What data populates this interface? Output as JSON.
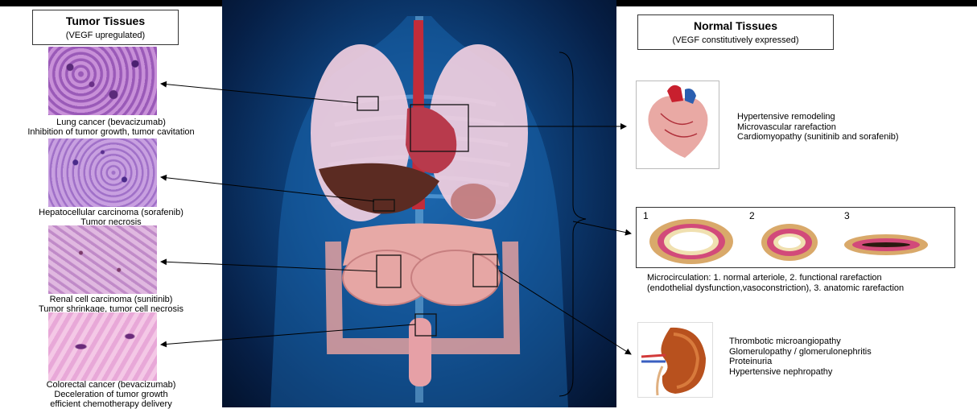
{
  "tumor": {
    "title": "Tumor Tissues",
    "subtitle": "(VEGF upregulated)",
    "items": [
      {
        "line1": "Lung cancer (bevacizumab)",
        "line2": "Inhibition of tumor growth, tumor cavitation",
        "line3": ""
      },
      {
        "line1": "Hepatocellular carcinoma (sorafenib)",
        "line2": "Tumor necrosis",
        "line3": ""
      },
      {
        "line1": "Renal cell carcinoma (sunitinib)",
        "line2": "Tumor shrinkage, tumor cell necrosis",
        "line3": ""
      },
      {
        "line1": "Colorectal cancer (bevacizumab)",
        "line2": "Deceleration of tumor growth",
        "line3": "efficient chemotherapy delivery"
      }
    ]
  },
  "normal": {
    "title": "Normal Tissues",
    "subtitle": "(VEGF constitutively expressed)",
    "heart": [
      "Hypertensive remodeling",
      "Microvascular rarefaction",
      "Cardiomyopathy (sunitinib and sorafenib)"
    ],
    "micro": {
      "labels": [
        "1",
        "2",
        "3"
      ],
      "caption1": "Microcirculation: 1. normal arteriole, 2. functional rarefaction",
      "caption2": "(endothelial dysfunction,vasoconstriction), 3. anatomic rarefaction"
    },
    "kidney": [
      "Thrombotic microangiopathy",
      "Glomerulopathy / glomerulonephritis",
      "Proteinuria",
      "Hypertensive nephropathy"
    ]
  },
  "colors": {
    "tissue_pink": "#e6a6d2",
    "tissue_purple": "#7a3f94",
    "body_blue": "#0d3f78"
  }
}
